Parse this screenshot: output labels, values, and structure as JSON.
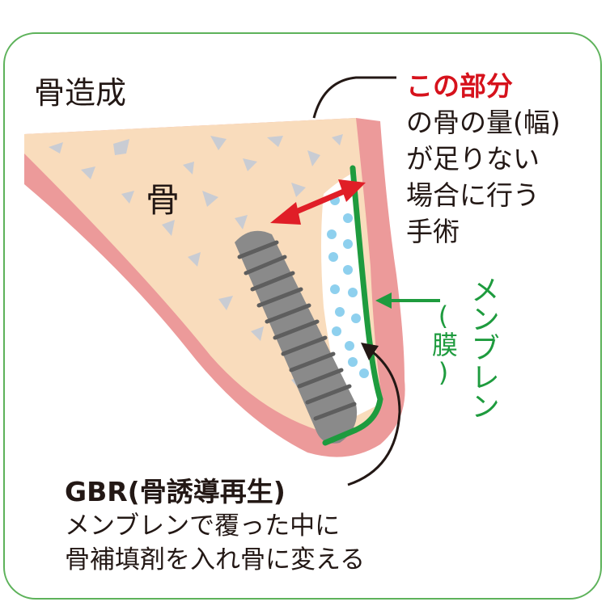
{
  "title": "骨造成",
  "bone_label": "骨",
  "callout": {
    "highlight": "この部分",
    "lines": [
      "の骨の量(幅)",
      "が足りない",
      "場合に行う",
      "手術"
    ]
  },
  "membrane": {
    "label": "メンブレン",
    "sub": "(膜)"
  },
  "gbr": {
    "heading": "GBR(骨誘導再生)",
    "lines": [
      "メンブレンで覆った中に",
      "骨補填剤を入れ骨に変える"
    ]
  },
  "colors": {
    "frame": "#5db25a",
    "gum": "#ec9a9a",
    "bone": "#f9dcbc",
    "membrane": "#1e9b3e",
    "arrow_red": "#e01e27",
    "graft_dots": "#8ed0ee",
    "implant": "#8a8a8a"
  }
}
